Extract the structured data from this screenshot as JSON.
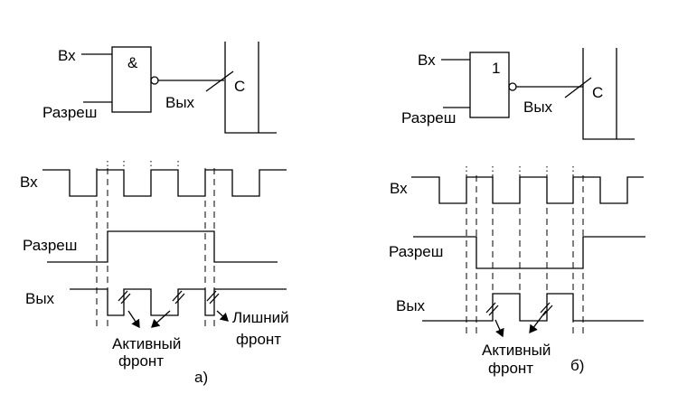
{
  "left": {
    "input_label": "Вх",
    "enable_label": "Разреш",
    "gate_symbol": "&",
    "output_label": "Вых",
    "clock_label": "C",
    "timing_input_label": "Вх",
    "timing_enable_label": "Разреш",
    "timing_output_label": "Вых",
    "annotation_active_1": "Активный",
    "annotation_active_2": "фронт",
    "annotation_extra_1": "Лишний",
    "annotation_extra_2": "фронт",
    "caption": "а)"
  },
  "right": {
    "input_label": "Вх",
    "enable_label": "Разреш",
    "gate_symbol": "1",
    "output_label": "Вых",
    "clock_label": "C",
    "timing_input_label": "Вх",
    "timing_enable_label": "Разреш",
    "timing_output_label": "Вых",
    "annotation_active_1": "Активный",
    "annotation_active_2": "фронт",
    "caption": "б)"
  }
}
